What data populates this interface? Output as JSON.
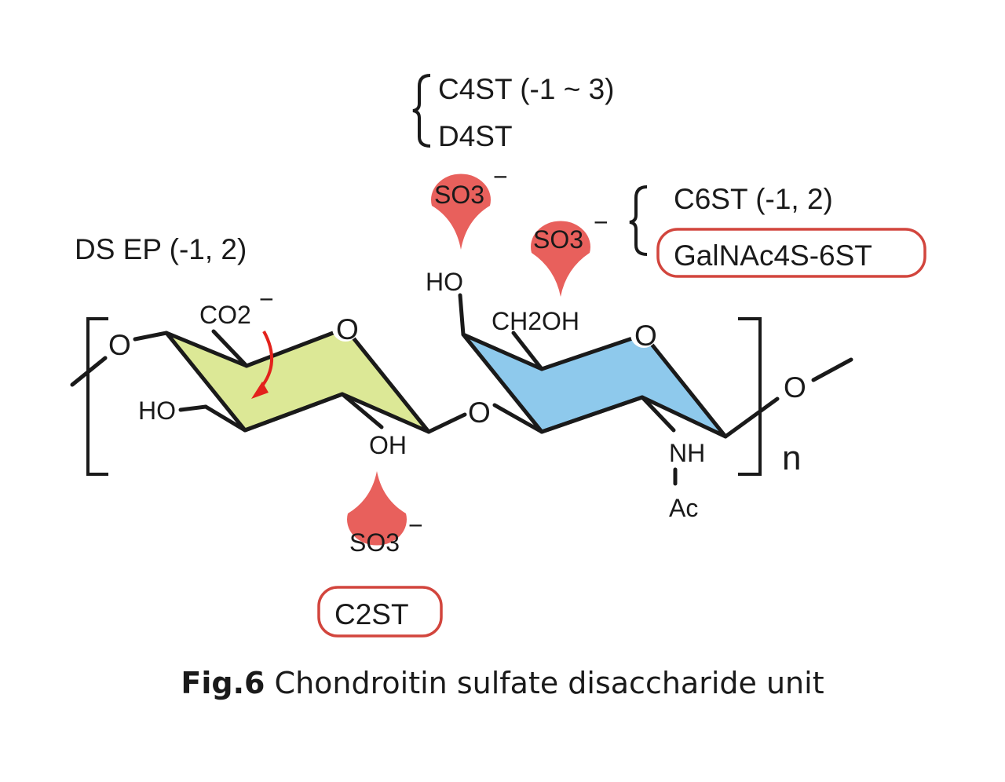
{
  "enzymes": {
    "c4st": "C4ST (-1 ~ 3)",
    "d4st": "D4ST",
    "c6st": "C6ST (-1, 2)",
    "galnac4s_6st": "GalNAc4S-6ST",
    "ds_ep": "DS EP (-1, 2)",
    "c2st": "C2ST"
  },
  "sulfate": {
    "label": "SO3",
    "charge": "−"
  },
  "groups": {
    "ho_top": "HO",
    "ch2oh": "CH2OH",
    "co2": "CO2",
    "co2_charge": "−",
    "ho_left": "HO",
    "oh": "OH",
    "nh": "NH",
    "ac": "Ac",
    "o_left_link": "O",
    "o_ring_left": "O",
    "o_glyco": "O",
    "o_ring_right": "O",
    "o_right_link": "O",
    "repeat": "n"
  },
  "caption": {
    "prefix": "Fig.6",
    "text": "Chondroitin sulfate disaccharide unit"
  },
  "colors": {
    "uronic_ring": "#dce896",
    "galnac_ring": "#8ec9ec",
    "sulfate": "#e8605c",
    "highlight_box": "#d2453d",
    "arrow": "#e3221c"
  }
}
